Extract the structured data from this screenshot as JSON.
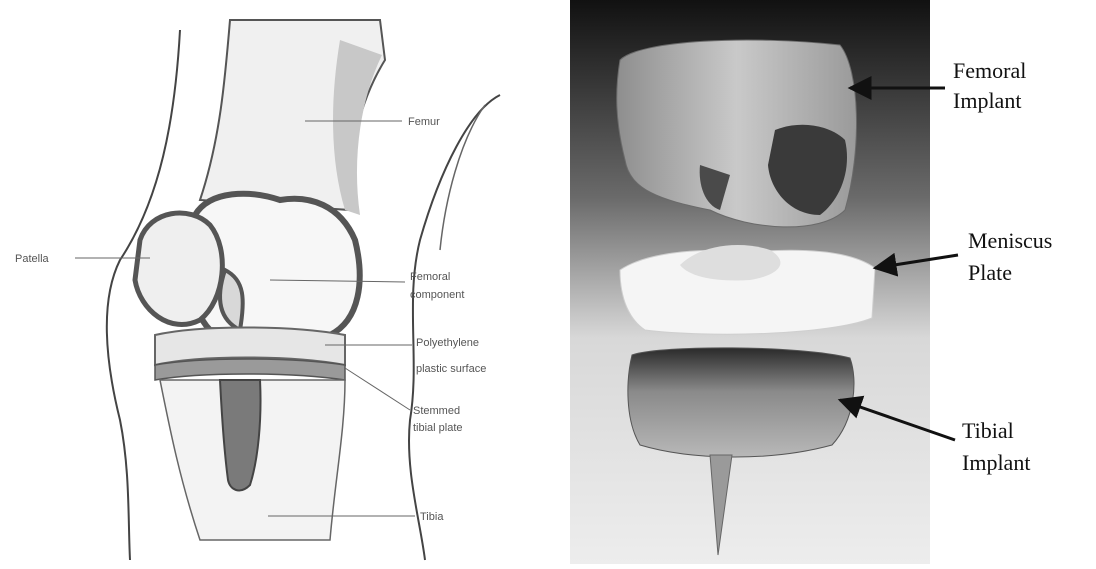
{
  "left_diagram": {
    "labels": {
      "femur": "Femur",
      "patella": "Patella",
      "femoral_component": [
        "Femoral",
        "component"
      ],
      "polyethylene": [
        "Polyethylene",
        "plastic surface"
      ],
      "stemmed_tibial_plate": [
        "Stemmed",
        "tibial plate"
      ],
      "tibia": "Tibia"
    }
  },
  "right_diagram": {
    "labels": {
      "femoral_implant": [
        "Femoral",
        "Implant"
      ],
      "meniscus_plate": [
        "Meniscus",
        "Plate"
      ],
      "tibial_implant": [
        "Tibial",
        "Implant"
      ]
    }
  },
  "colors": {
    "metal": "#a8a8a8",
    "metal_dark": "#5a5a5a",
    "plastic": "#f2f2f2",
    "backdrop_top": "#1a1a1a",
    "backdrop_bottom": "#e9e9e9"
  }
}
